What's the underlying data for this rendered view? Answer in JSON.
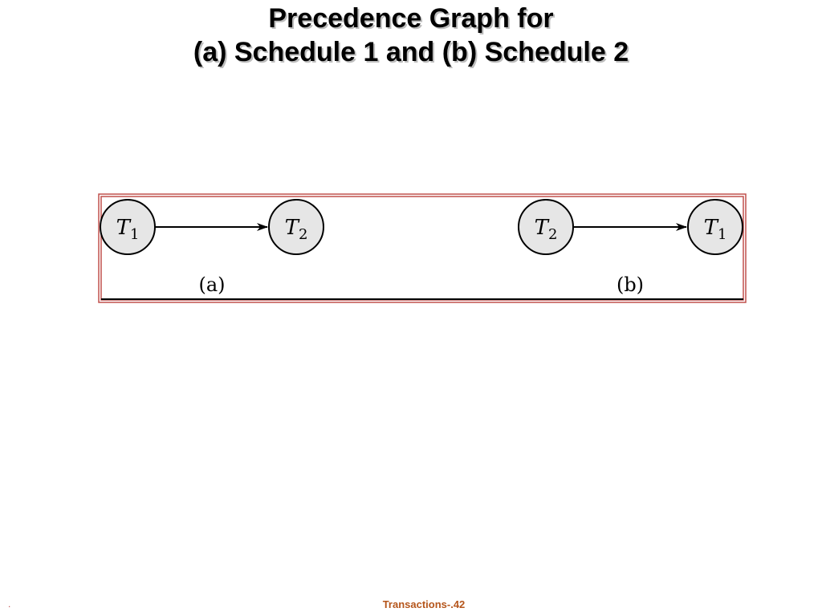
{
  "title": {
    "line1": "Precedence Graph for",
    "line2": "(a) Schedule 1 and (b) Schedule 2"
  },
  "diagrams": [
    {
      "caption": "(a)",
      "from": {
        "name": "T",
        "sub": "1"
      },
      "to": {
        "name": "T",
        "sub": "2"
      }
    },
    {
      "caption": "(b)",
      "from": {
        "name": "T",
        "sub": "2"
      },
      "to": {
        "name": "T",
        "sub": "1"
      }
    }
  ],
  "footer": {
    "left": ".",
    "center": "Transactions-.42"
  },
  "colors": {
    "frame": "#c0504d",
    "node_fill": "#e6e6e6",
    "footer_text": "#b5561c"
  }
}
